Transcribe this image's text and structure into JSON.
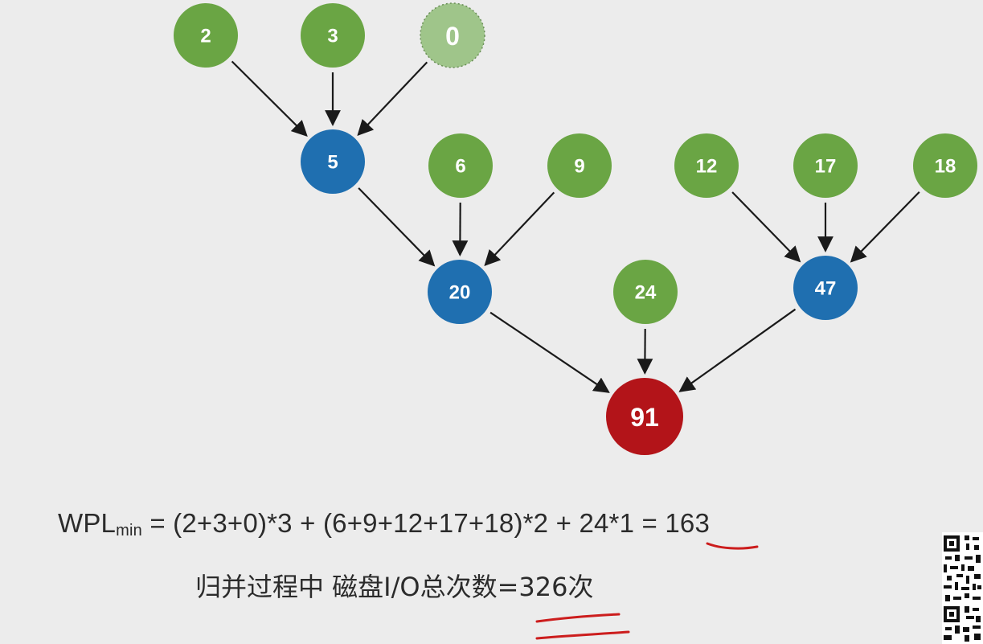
{
  "diagram": {
    "nodes": [
      {
        "id": "n2",
        "label": "2",
        "kind": "leaf"
      },
      {
        "id": "n3",
        "label": "3",
        "kind": "leaf"
      },
      {
        "id": "n0",
        "label": "0",
        "kind": "virtual"
      },
      {
        "id": "n5",
        "label": "5",
        "kind": "internal"
      },
      {
        "id": "n6",
        "label": "6",
        "kind": "leaf"
      },
      {
        "id": "n9",
        "label": "9",
        "kind": "leaf"
      },
      {
        "id": "n12",
        "label": "12",
        "kind": "leaf"
      },
      {
        "id": "n17",
        "label": "17",
        "kind": "leaf"
      },
      {
        "id": "n18",
        "label": "18",
        "kind": "leaf"
      },
      {
        "id": "n20",
        "label": "20",
        "kind": "internal"
      },
      {
        "id": "n24",
        "label": "24",
        "kind": "leaf"
      },
      {
        "id": "n47",
        "label": "47",
        "kind": "internal"
      },
      {
        "id": "n91",
        "label": "91",
        "kind": "root"
      }
    ],
    "edges": [
      {
        "from": "n2",
        "to": "n5"
      },
      {
        "from": "n3",
        "to": "n5"
      },
      {
        "from": "n0",
        "to": "n5"
      },
      {
        "from": "n5",
        "to": "n20"
      },
      {
        "from": "n6",
        "to": "n20"
      },
      {
        "from": "n9",
        "to": "n20"
      },
      {
        "from": "n12",
        "to": "n47"
      },
      {
        "from": "n17",
        "to": "n47"
      },
      {
        "from": "n18",
        "to": "n47"
      },
      {
        "from": "n20",
        "to": "n91"
      },
      {
        "from": "n24",
        "to": "n91"
      },
      {
        "from": "n47",
        "to": "n91"
      }
    ],
    "colors": {
      "leaf": "#6aa544",
      "internal": "#1f6fb0",
      "root": "#b31419",
      "virtual": "#9fc58a",
      "arrow": "#1a1a1a",
      "underline": "#cc1d1d"
    }
  },
  "formula": {
    "prefix": "WPL",
    "subscript": "min",
    "expression": " = (2+3+0)*3 + (6+9+12+17+18)*2 + 24*1 = ",
    "result": "163"
  },
  "io_summary": {
    "text": "归并过程中 磁盘I/O总次数=",
    "value": "326次"
  }
}
